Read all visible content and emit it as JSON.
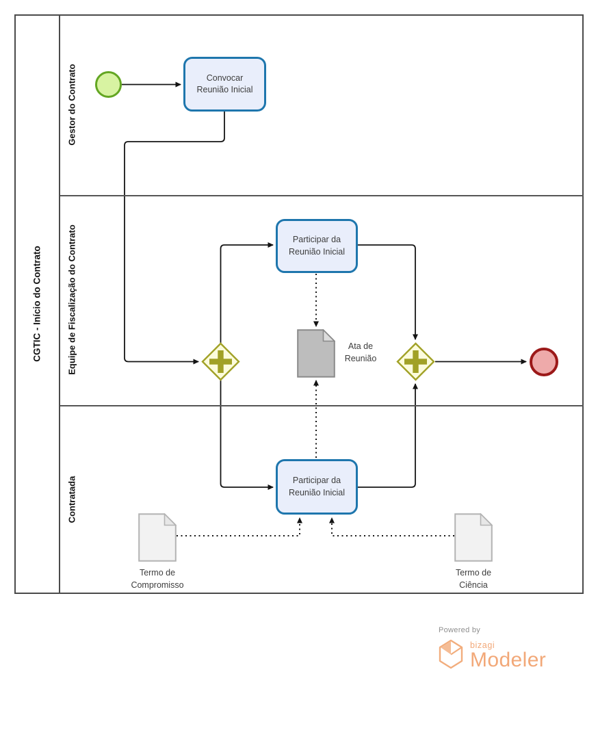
{
  "pool": {
    "title": "CGTIC - Início do Contrato",
    "lanes": [
      {
        "label": "Gestor do Contrato"
      },
      {
        "label": "Equipe de Fiscalização do Contrato"
      },
      {
        "label": "Contratada"
      }
    ]
  },
  "elements": {
    "start_event": {
      "type": "start-event"
    },
    "task_convocar": {
      "label": "Convocar Reunião Inicial"
    },
    "task_participar_equipe": {
      "label": "Participar da Reunião Inicial"
    },
    "task_participar_contratada": {
      "label": "Participar da Reunião Inicial"
    },
    "gateway_split": {
      "type": "parallel-gateway"
    },
    "gateway_join": {
      "type": "parallel-gateway"
    },
    "end_event": {
      "type": "end-event"
    },
    "data_object_ata": {
      "label": "Ata de Reunião"
    },
    "data_object_termo_compromisso": {
      "label": "Termo de Compromisso"
    },
    "data_object_termo_ciencia": {
      "label": "Termo de Ciência"
    }
  },
  "colors": {
    "task_border": "#1e76ad",
    "task_fill": "#e9eefb",
    "start_event_border": "#63a622",
    "start_event_fill": "#d8f3a2",
    "end_event_border": "#9c1919",
    "end_event_fill": "#eeaaaa",
    "gateway_border": "#a1a126",
    "gateway_fill": "#fcfcdc",
    "data_object_ata_fill": "#bdbdbd",
    "data_object_termo_fill": "#f2f2f2",
    "logo_orange": "#f2a878"
  },
  "branding": {
    "powered_by": "Powered by",
    "brand": "bizagi",
    "product": "Modeler"
  }
}
